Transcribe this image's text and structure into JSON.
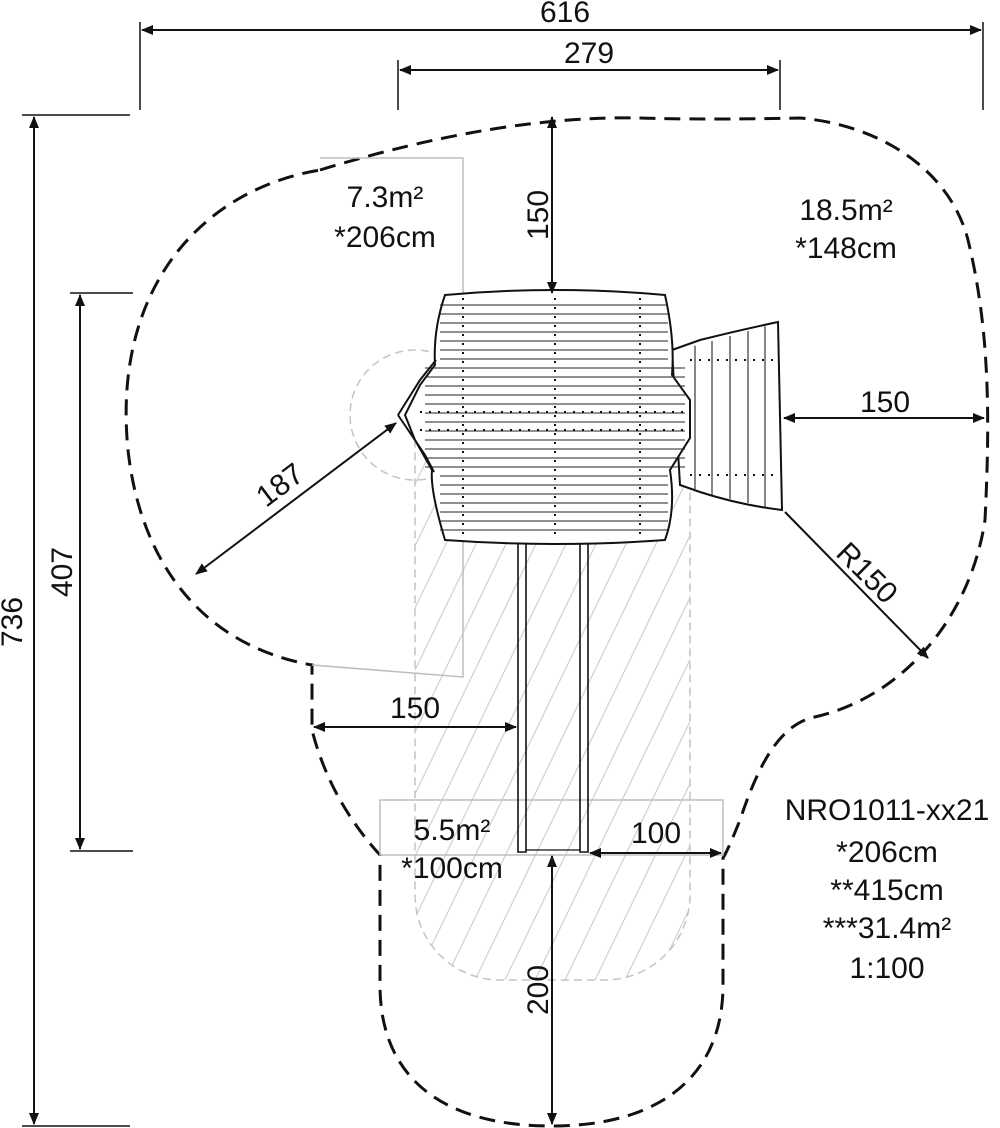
{
  "dimensions": {
    "overall_width": "616",
    "deck_width": "279",
    "top_clearance": "150",
    "right_clearance": "150",
    "radius_right": "R150",
    "radius_left": "187",
    "left_height": "407",
    "overall_height": "736",
    "left_slide_clearance": "150",
    "right_slide_clearance": "100",
    "slide_end_clearance": "200"
  },
  "areas": {
    "left_area": "7.3m²",
    "left_height": "*206cm",
    "right_area": "18.5m²",
    "right_height": "*148cm",
    "slide_area": "5.5m²",
    "slide_height": "*100cm"
  },
  "product": {
    "code": "NRO1011-xx21",
    "free_fall_height": "*206cm",
    "total_height": "**415cm",
    "total_area": "***31.4m²",
    "scale": "1:100"
  }
}
